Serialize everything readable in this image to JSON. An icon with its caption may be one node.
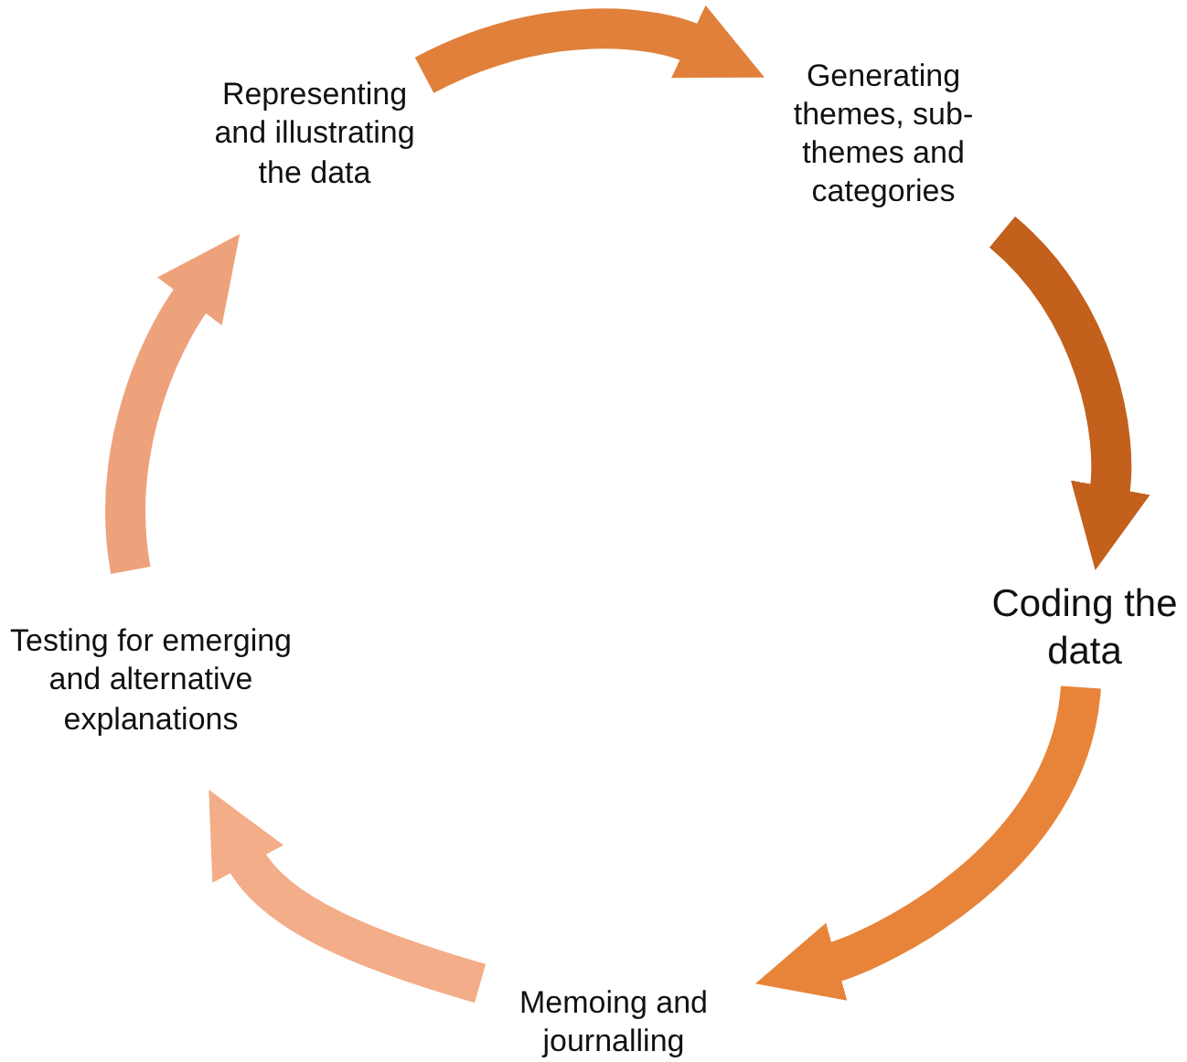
{
  "diagram": {
    "nodes": [
      {
        "text": [
          "Representing and illustrating the data"
        ]
      },
      {
        "text": [
          "Generating themes, sub-themes and categories"
        ]
      },
      {
        "text": [
          "Coding the data"
        ]
      },
      {
        "text": [
          "Memoing and journalling"
        ]
      },
      {
        "text": [
          "Testing for emerging and alternative explanations"
        ]
      }
    ],
    "edges": [
      {
        "from": 0,
        "to": 1,
        "arrow": "to",
        "color": "#e0803a"
      },
      {
        "from": 1,
        "to": 2,
        "arrow": "to",
        "color": "#c2601c"
      },
      {
        "from": 2,
        "to": 3,
        "arrow": "to",
        "color": "#e8843a"
      },
      {
        "from": 3,
        "to": 4,
        "arrow": "to",
        "color": "#f3ad88"
      },
      {
        "from": 4,
        "to": 0,
        "arrow": "to",
        "color": "#eea27c"
      }
    ]
  }
}
